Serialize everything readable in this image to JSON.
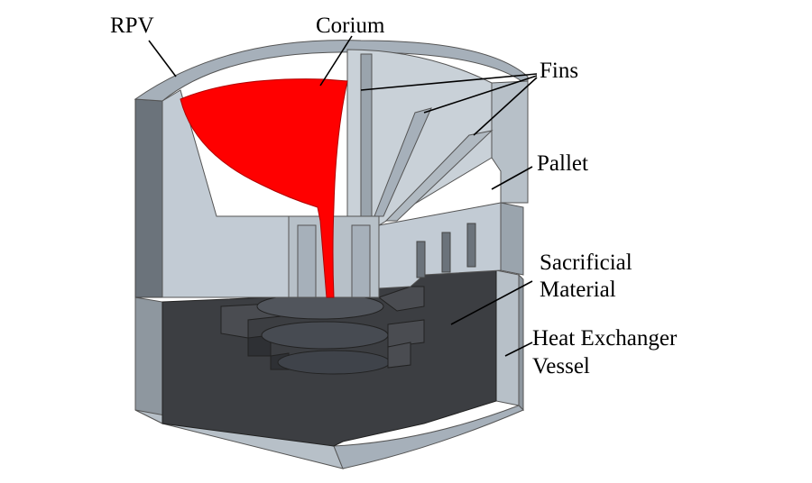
{
  "labels": {
    "rpv": "RPV",
    "corium": "Corium",
    "fins": "Fins",
    "pallet": "Pallet",
    "sacrificial_line1": "Sacrificial",
    "sacrificial_line2": "Material",
    "hx_line1": "Heat Exchanger",
    "hx_line2": "Vessel"
  },
  "colors": {
    "steel_light": "#c2cbd4",
    "steel_mid": "#a6b0ba",
    "steel_dark": "#6b737b",
    "sacrificial": "#3c3e42",
    "corium": "#ff0000"
  }
}
